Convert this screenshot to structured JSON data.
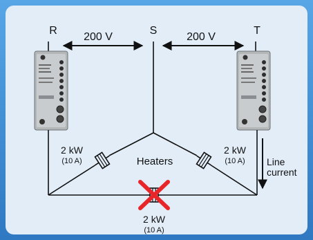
{
  "phases": {
    "r": "R",
    "s": "S",
    "t": "T"
  },
  "voltage_left": "200 V",
  "voltage_right": "200 V",
  "heaters_label": "Heaters",
  "heater_left": {
    "power": "2 kW",
    "current": "(10 A)"
  },
  "heater_right": {
    "power": "2 kW",
    "current": "(10 A)"
  },
  "heater_bottom": {
    "power": "2 kW",
    "current": "(10 A)"
  },
  "line_current_label": {
    "line1": "Line",
    "line2": "current"
  },
  "colors": {
    "border": "#3f8fd6",
    "panel": "#e2edf8",
    "cross": "#e8262a"
  }
}
